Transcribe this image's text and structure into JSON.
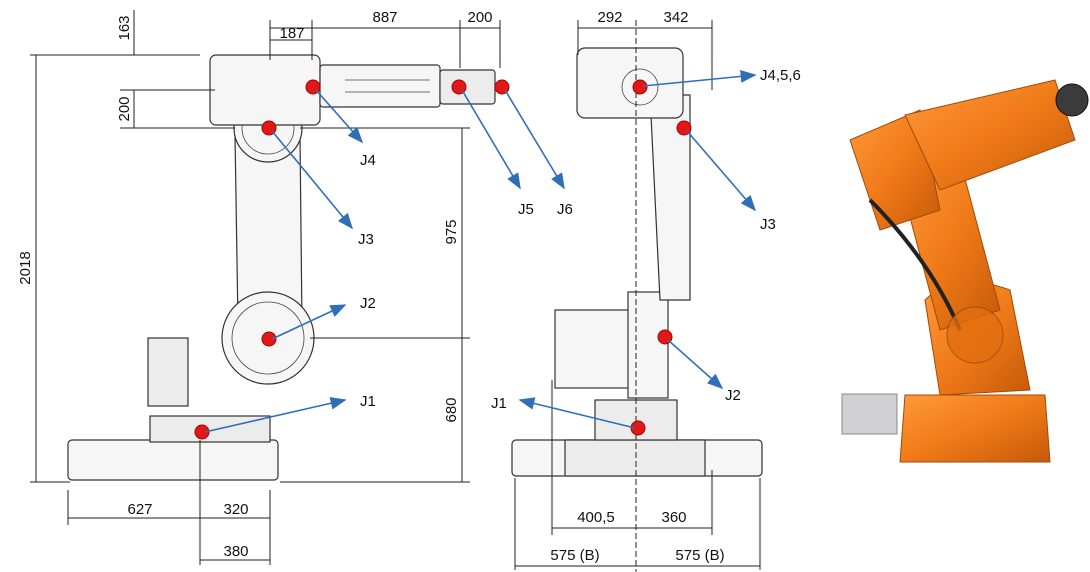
{
  "dimensions": {
    "d163": "163",
    "d187": "187",
    "d887": "887",
    "d200a": "200",
    "d200b": "200",
    "d292": "292",
    "d342": "342",
    "d2018": "2018",
    "d975": "975",
    "d680": "680",
    "d627": "627",
    "d320": "320",
    "d380": "380",
    "d4005": "400,5",
    "d360": "360",
    "d575l": "575 (B)",
    "d575r": "575 (B)"
  },
  "joints": {
    "j1a": "J1",
    "j2a": "J2",
    "j3a": "J3",
    "j4a": "J4",
    "j5": "J5",
    "j6": "J6",
    "j1b": "J1",
    "j2b": "J2",
    "j3b": "J3",
    "j456": "J4,5,6"
  },
  "colors": {
    "joint_marker": "#e01818",
    "arrow": "#2f6fb8",
    "robot_orange": "#f07a18"
  }
}
